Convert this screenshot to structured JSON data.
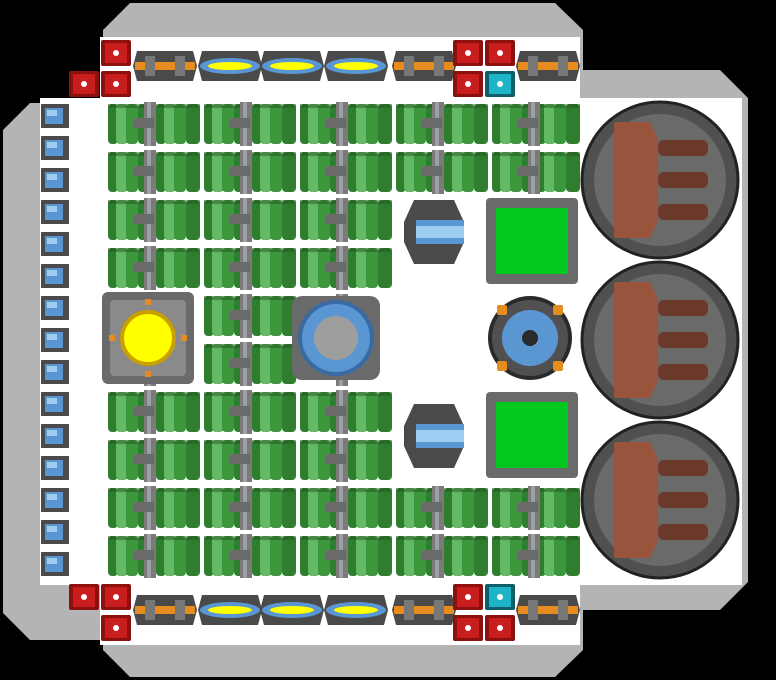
{
  "colors": {
    "background": "#000000",
    "hull_outline": "#b4b4b4",
    "hull_interior": "#ffffff",
    "fuel_tank": "#3c963c",
    "fuel_tank_light": "#64b964",
    "pipe": "#7a7a7a",
    "red_block": "#c81e1e",
    "cyan_block": "#1eb4c8",
    "yellow_core": "#ffff00",
    "green_screen": "#00c81e",
    "blue_module": "#5a96d2",
    "orange_accent": "#e68c1e",
    "rust_turret": "#96553c",
    "dark_disc": "#505050"
  },
  "grid": {
    "cols": 18,
    "rows": 20
  },
  "components": {
    "top_engines": [
      "orange-thruster",
      "blue-thruster",
      "blue-thruster",
      "blue-thruster",
      "orange-thruster",
      "orange-thruster"
    ],
    "bottom_engines": [
      "orange-thruster",
      "blue-thruster",
      "blue-thruster",
      "blue-thruster",
      "orange-thruster",
      "orange-thruster"
    ],
    "side_turrets": 3,
    "left_batteries": 15,
    "screens": 2
  }
}
